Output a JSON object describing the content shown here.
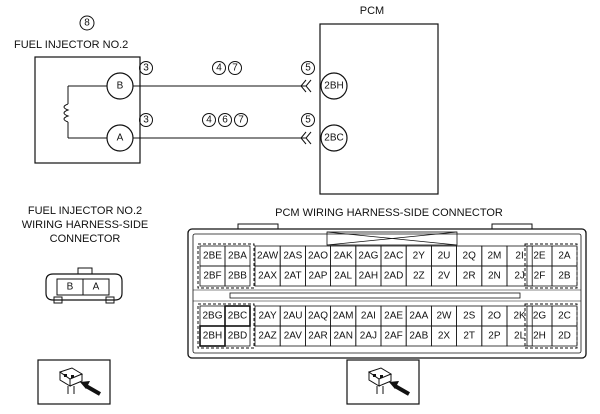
{
  "diagram": {
    "fuel_injector_title": "FUEL INJECTOR NO.2",
    "injector_badge": "8",
    "pcm_title": "PCM",
    "pin_b": "B",
    "pin_a": "A",
    "pcm_pin_top": "2BH",
    "pcm_pin_bottom": "2BC",
    "wire_top": {
      "left_note": "3",
      "mid_notes": [
        "4",
        "7"
      ],
      "right_note": "5"
    },
    "wire_bottom": {
      "left_note": "3",
      "mid_notes": [
        "4",
        "6",
        "7"
      ],
      "right_note": "5"
    }
  },
  "injector_connector": {
    "title_lines": [
      "FUEL INJECTOR NO.2",
      "WIRING HARNESS-SIDE",
      "CONNECTOR"
    ],
    "pins": [
      "B",
      "A"
    ]
  },
  "pcm_connector": {
    "title": "PCM WIRING HARNESS-SIDE CONNECTOR",
    "top_left_group": [
      [
        "2BE",
        "2BA"
      ],
      [
        "2BF",
        "2BB"
      ]
    ],
    "top_main": [
      [
        "2AW",
        "2AS",
        "2AO",
        "2AK",
        "2AG",
        "2AC",
        "2Y",
        "2U",
        "2Q",
        "2M",
        "2I"
      ],
      [
        "2AX",
        "2AT",
        "2AP",
        "2AL",
        "2AH",
        "2AD",
        "2Z",
        "2V",
        "2R",
        "2N",
        "2J"
      ]
    ],
    "top_right_group": [
      [
        "2E",
        "2A"
      ],
      [
        "2F",
        "2B"
      ]
    ],
    "bottom_left_group": [
      [
        "2BG",
        "2BC"
      ],
      [
        "2BH",
        "2BD"
      ]
    ],
    "bottom_main": [
      [
        "2AY",
        "2AU",
        "2AQ",
        "2AM",
        "2AI",
        "2AE",
        "2AA",
        "2W",
        "2S",
        "2O",
        "2K"
      ],
      [
        "2AZ",
        "2AV",
        "2AR",
        "2AN",
        "2AJ",
        "2AF",
        "2AB",
        "2X",
        "2T",
        "2P",
        "2L"
      ]
    ],
    "bottom_right_group": [
      [
        "2G",
        "2C"
      ],
      [
        "2H",
        "2D"
      ]
    ]
  }
}
